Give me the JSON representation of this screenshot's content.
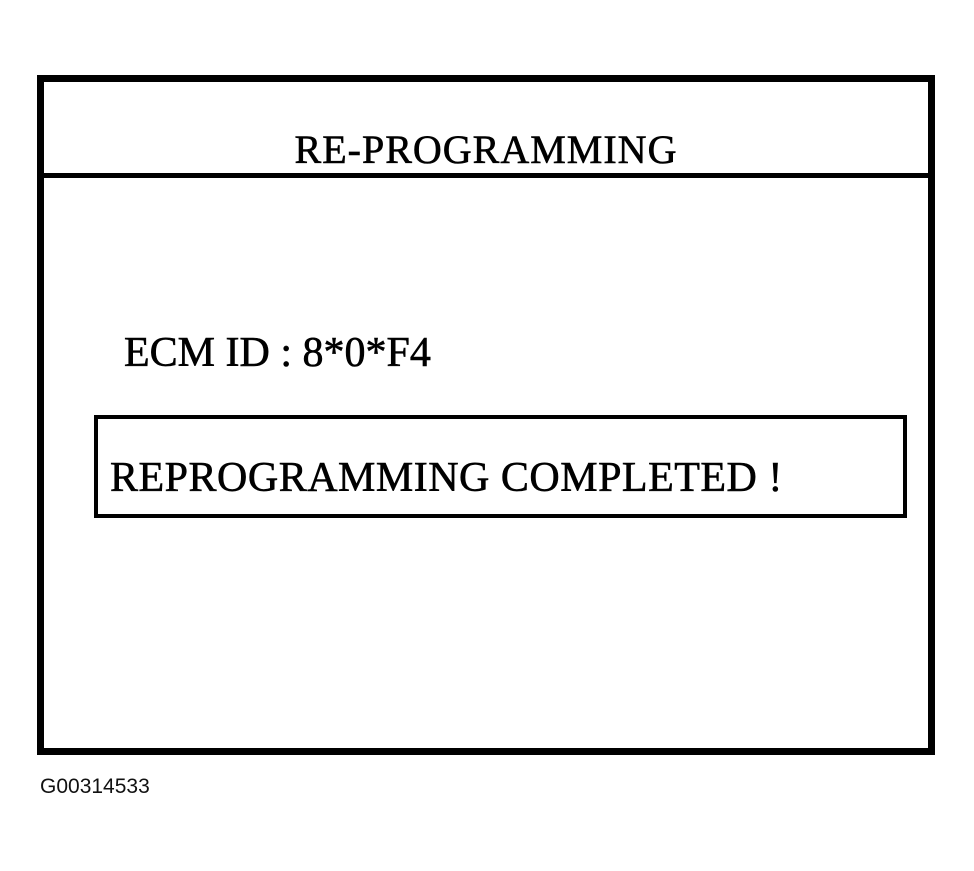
{
  "screen": {
    "title": "RE-PROGRAMMING",
    "ecm_label": "ECM ID : 8*0*F4",
    "status_message": "REPROGRAMMING COMPLETED !"
  },
  "figure_id": "G00314533",
  "colors": {
    "ink": "#000000",
    "background": "#ffffff"
  }
}
